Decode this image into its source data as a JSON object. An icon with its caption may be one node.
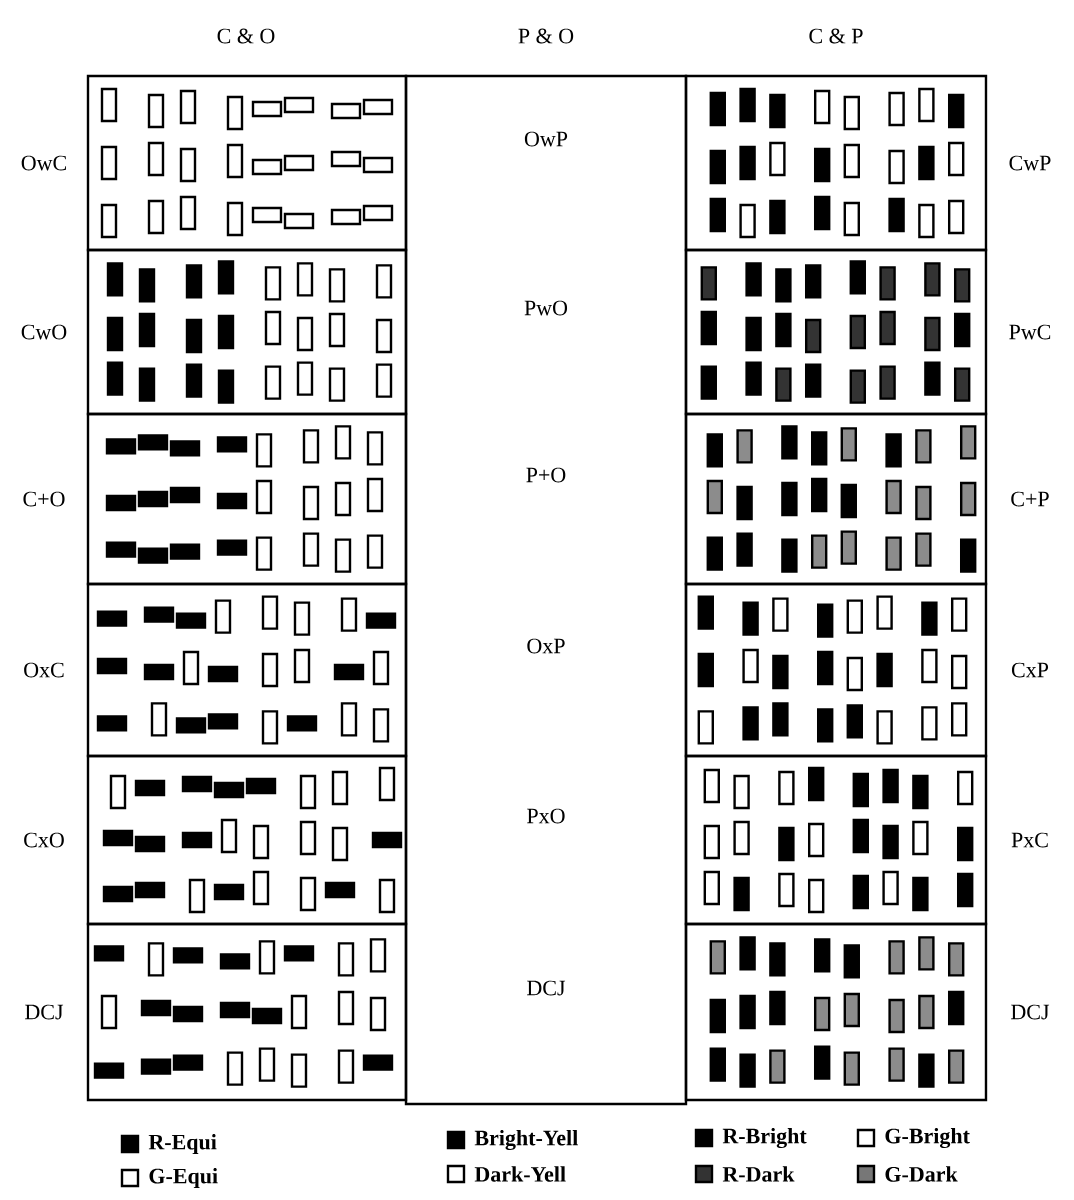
{
  "diagram": {
    "nodes": [
      {
        "text": [
          "OwC"
        ]
      },
      {
        "text": [
          "CwO"
        ]
      },
      {
        "text": [
          "C+O"
        ]
      },
      {
        "text": [
          "OxC"
        ]
      },
      {
        "text": [
          "CxO"
        ]
      },
      {
        "text": [
          "DCJ"
        ]
      },
      {
        "text": [
          "OwP",
          "PwO",
          "P+O",
          "OxP",
          "PxO",
          "DCJ"
        ]
      },
      {
        "text": [
          "CwP"
        ]
      },
      {
        "text": [
          "PwC"
        ]
      },
      {
        "text": [
          "C+P"
        ]
      },
      {
        "text": [
          "CxP"
        ]
      },
      {
        "text": [
          "PxC"
        ]
      },
      {
        "text": [
          "DCJ"
        ]
      }
    ],
    "edges": [],
    "labels": [
      "C & O",
      "P & O",
      "C & P"
    ],
    "legend": [
      {
        "text": "R-Equi",
        "color": "#000000"
      },
      {
        "text": "G-Equi"
      },
      {
        "text": "Bright-Yell",
        "color": "#000000"
      },
      {
        "text": "Dark-Yell"
      },
      {
        "text": "R-Bright",
        "color": "#000000"
      },
      {
        "text": "G-Bright"
      },
      {
        "text": "R-Dark",
        "color": "#333333"
      },
      {
        "text": "G-Dark",
        "color": "#777777"
      }
    ]
  }
}
